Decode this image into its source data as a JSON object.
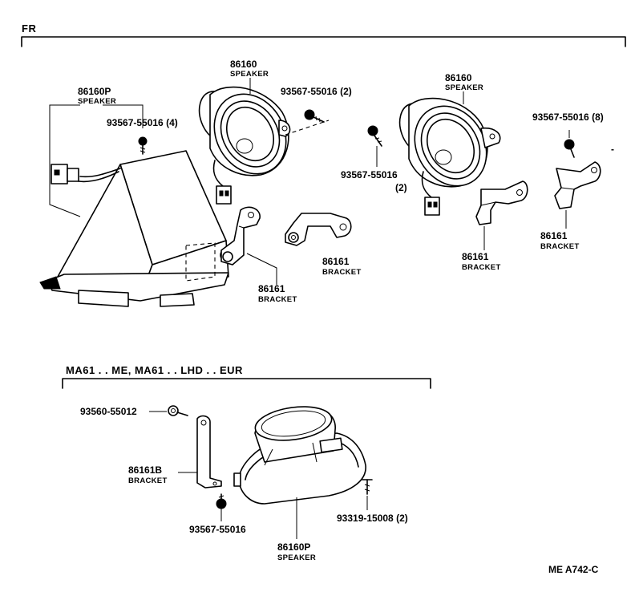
{
  "header": {
    "section_fr": "FR",
    "section_variant": "MA61 . . ME, MA61 . . LHD . . EUR"
  },
  "parts": {
    "speaker_left_number": "86160P",
    "speaker_left_name": "SPEAKER",
    "screw_4_label": "93567-55016 (4)",
    "speaker_center_number": "86160",
    "speaker_center_name": "SPEAKER",
    "screw_2a_label": "93567-55016 (2)",
    "speaker_right_number": "86160",
    "speaker_right_name": "SPEAKER",
    "screw_2b_label": "93567-55016",
    "screw_2b_qty": "(2)",
    "screw_8_label": "93567-55016 (8)",
    "bracket_mid_number": "86161",
    "bracket_mid_name": "BRACKET",
    "bracket_low_number": "86161",
    "bracket_low_name": "BRACKET",
    "bracket_r1_number": "86161",
    "bracket_r1_name": "BRACKET",
    "bracket_r2_number": "86161",
    "bracket_r2_name": "BRACKET",
    "screw_bottom_top_label": "93560-55012",
    "bracket_b_number": "86161B",
    "bracket_b_name": "BRACKET",
    "screw_bottom_low_label": "93567-55016",
    "speaker_bottom_number": "86160P",
    "speaker_bottom_name": "SPEAKER",
    "screw_15008_label": "93319-15008 (2)"
  },
  "footer": {
    "code": "ME  A742-C"
  }
}
